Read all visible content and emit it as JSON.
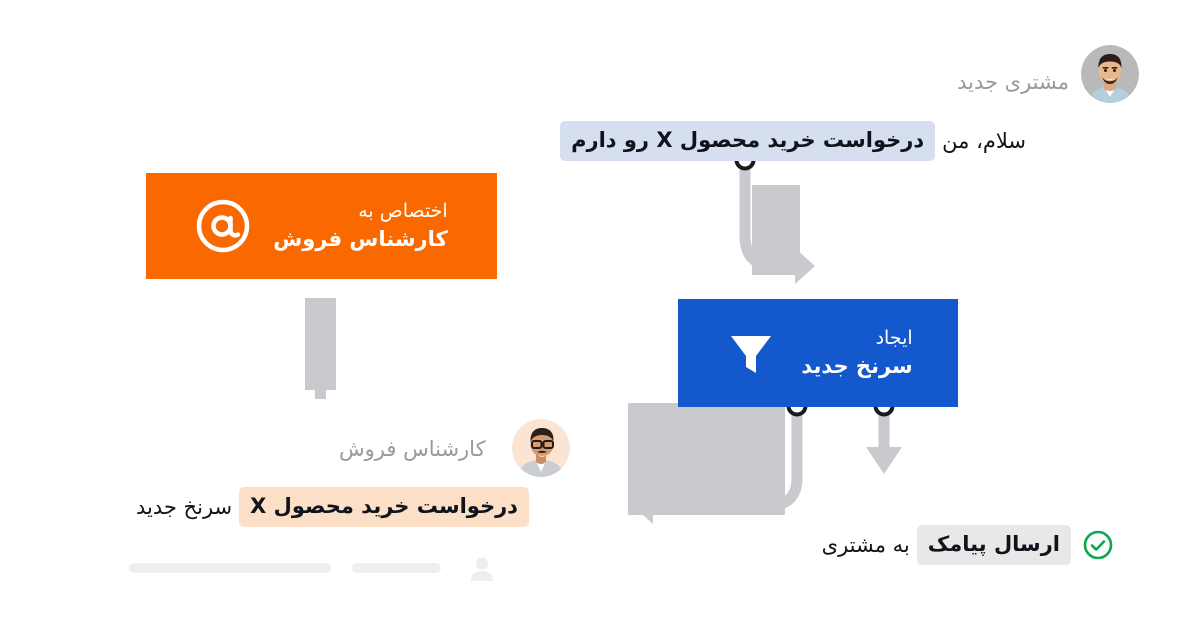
{
  "meta": {
    "language": "fa",
    "direction": "rtl"
  },
  "colors": {
    "orange": "#fa6900",
    "blue": "#1458ce",
    "green": "#0ca750",
    "chip_blue": "#d6dff0",
    "chip_peach": "#fbdfc7",
    "chip_gray": "#e8e8e8",
    "gray_block": "#c9cace",
    "gray_connector": "#c9cace",
    "label_gray": "#9a9a9e",
    "text_dark": "#11131a",
    "skeleton": "#eeeeee"
  },
  "customer": {
    "label": "مشتری جدید",
    "avatar_name": "customer-avatar",
    "message": {
      "prefix": "سلام، من",
      "highlight": "درخواست خرید محصول X رو دارم"
    }
  },
  "agent": {
    "label": "کارشناس فروش",
    "avatar_name": "agent-avatar",
    "message": {
      "prefix": "سرنخ جدید",
      "highlight": "درخواست خرید محصول X"
    }
  },
  "cards": {
    "assign": {
      "line1": "اختصاص به",
      "line2": "کارشناس فروش",
      "icon": "at-sign-icon",
      "color": "#fa6900"
    },
    "create_lead": {
      "line1": "ایجاد",
      "line2": "سرنخ جدید",
      "icon": "funnel-icon",
      "color": "#1458ce"
    }
  },
  "sms": {
    "icon": "check-circle-icon",
    "highlight": "ارسال پیامک",
    "suffix": "به مشتری"
  },
  "skeleton": {
    "bar_long": "",
    "bar_short": "",
    "person_icon": "person-icon"
  }
}
